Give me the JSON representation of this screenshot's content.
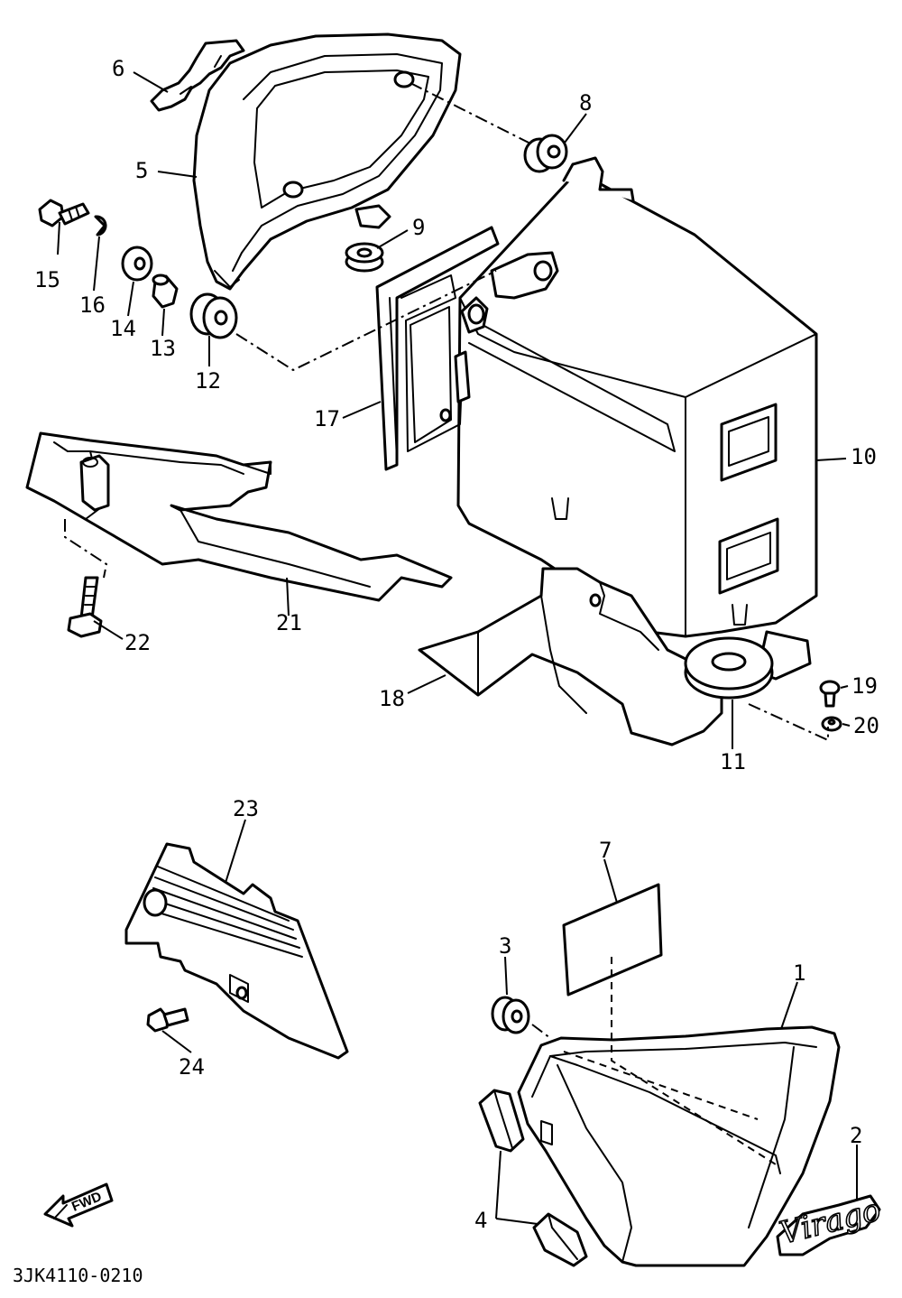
{
  "diagram": {
    "code": "3JK4110-0210",
    "direction_label": "FWD",
    "logo_text": "Virago",
    "callouts": [
      {
        "id": "c1",
        "label": "1"
      },
      {
        "id": "c2",
        "label": "2"
      },
      {
        "id": "c3",
        "label": "3"
      },
      {
        "id": "c4",
        "label": "4"
      },
      {
        "id": "c5",
        "label": "5"
      },
      {
        "id": "c6",
        "label": "6"
      },
      {
        "id": "c7",
        "label": "7"
      },
      {
        "id": "c8",
        "label": "8"
      },
      {
        "id": "c9",
        "label": "9"
      },
      {
        "id": "c10",
        "label": "10"
      },
      {
        "id": "c11",
        "label": "11"
      },
      {
        "id": "c12",
        "label": "12"
      },
      {
        "id": "c13",
        "label": "13"
      },
      {
        "id": "c14",
        "label": "14"
      },
      {
        "id": "c15",
        "label": "15"
      },
      {
        "id": "c16",
        "label": "16"
      },
      {
        "id": "c17",
        "label": "17"
      },
      {
        "id": "c18",
        "label": "18"
      },
      {
        "id": "c19",
        "label": "19"
      },
      {
        "id": "c20",
        "label": "20"
      },
      {
        "id": "c21",
        "label": "21"
      },
      {
        "id": "c22",
        "label": "22"
      },
      {
        "id": "c23",
        "label": "23"
      },
      {
        "id": "c24",
        "label": "24"
      }
    ]
  }
}
